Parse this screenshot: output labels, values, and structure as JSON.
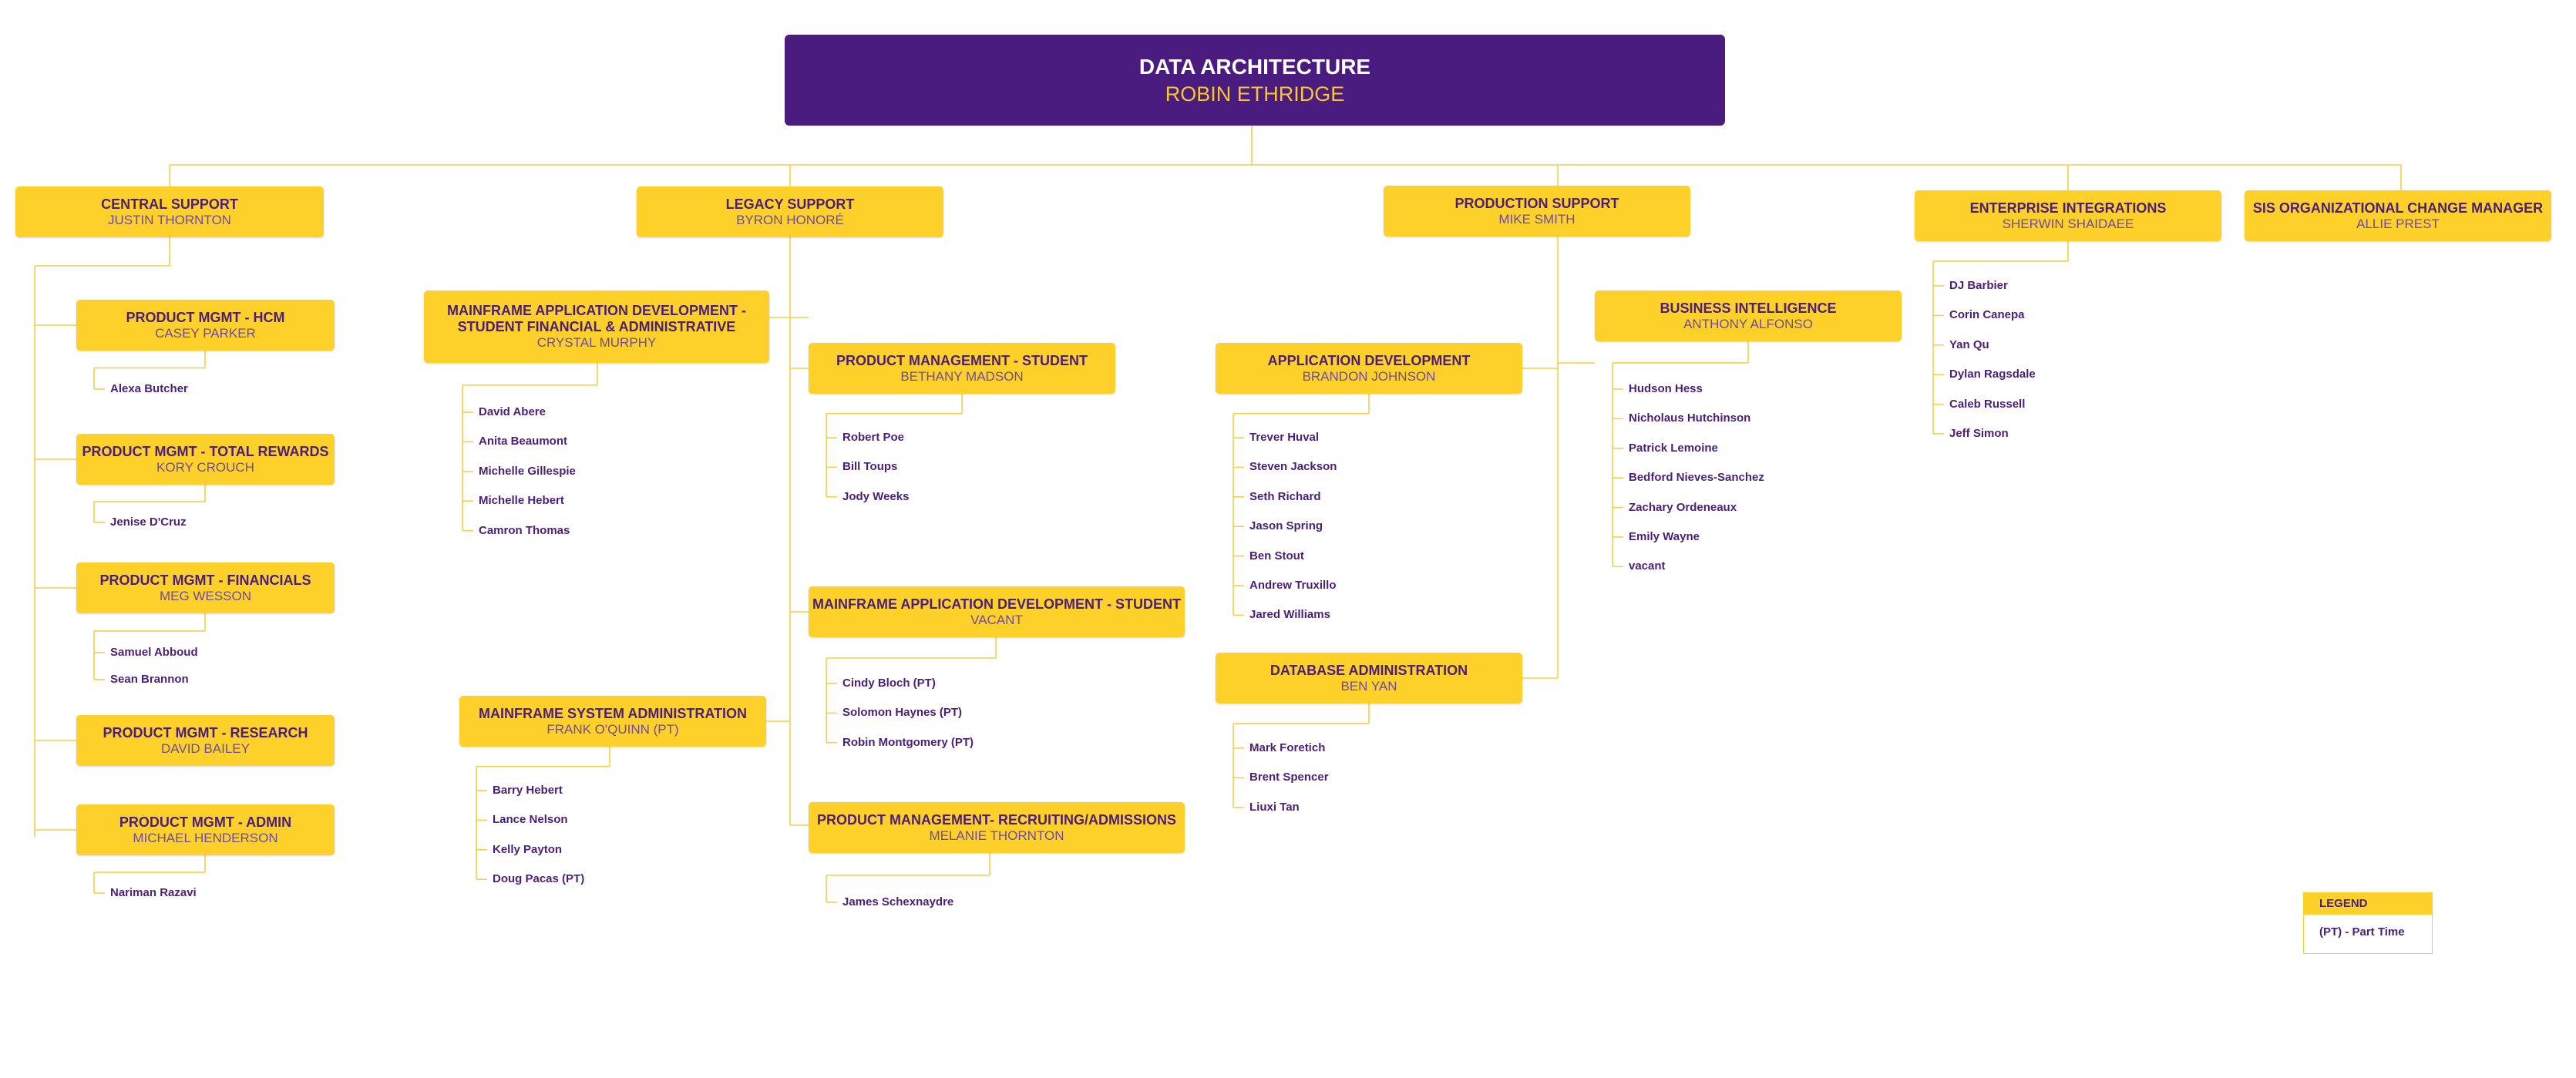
{
  "top": {
    "title": "DATA ARCHITECTURE",
    "name": "ROBIN ETHRIDGE"
  },
  "boxes": [
    {
      "title": "CENTRAL SUPPORT",
      "name": "JUSTIN THORNTON"
    },
    {
      "title": "LEGACY SUPPORT",
      "name": "BYRON HONORÉ"
    },
    {
      "title": "PRODUCTION SUPPORT",
      "name": "MIKE SMITH"
    },
    {
      "title": "ENTERPRISE INTEGRATIONS",
      "name": "SHERWIN SHAIDAEE"
    },
    {
      "title": "SIS ORGANIZATIONAL CHANGE MANAGER",
      "name": "ALLIE PREST"
    },
    {
      "title": "PRODUCT MGMT - HCM",
      "name": "CASEY PARKER"
    },
    {
      "title": "PRODUCT MGMT - TOTAL REWARDS",
      "name": "KORY CROUCH"
    },
    {
      "title": "PRODUCT MGMT - FINANCIALS",
      "name": "MEG WESSON"
    },
    {
      "title": "PRODUCT MGMT - RESEARCH",
      "name": "DAVID BAILEY"
    },
    {
      "title": "PRODUCT MGMT - ADMIN",
      "name": "MICHAEL HENDERSON"
    },
    {
      "title": "MAINFRAME APPLICATION  DEVELOPMENT -\nSTUDENT FINANCIAL & ADMINISTRATIVE",
      "name": "CRYSTAL MURPHY"
    },
    {
      "title": "MAINFRAME SYSTEM ADMINISTRATION",
      "name": "FRANK O'QUINN (PT)"
    },
    {
      "title": "PRODUCT MANAGEMENT - STUDENT",
      "name": "BETHANY MADSON"
    },
    {
      "title": "MAINFRAME APPLICATION DEVELOPMENT - STUDENT",
      "name": "VACANT"
    },
    {
      "title": "PRODUCT MANAGEMENT- RECRUITING/ADMISSIONS",
      "name": "MELANIE THORNTON"
    },
    {
      "title": "APPLICATION DEVELOPMENT",
      "name": "BRANDON JOHNSON"
    },
    {
      "title": "DATABASE ADMINISTRATION",
      "name": "BEN YAN"
    },
    {
      "title": "BUSINESS INTELLIGENCE",
      "name": "ANTHONY ALFONSO"
    }
  ],
  "teams": [
    {
      "members": [
        "Alexa Butcher"
      ]
    },
    {
      "members": [
        "Jenise D'Cruz"
      ]
    },
    {
      "members": [
        "Samuel Abboud",
        "Sean Brannon"
      ]
    },
    {
      "members": [
        "Nariman Razavi"
      ]
    },
    {
      "members": [
        "David Abere",
        "Anita Beaumont",
        "Michelle Gillespie",
        "Michelle Hebert",
        "Camron Thomas"
      ]
    },
    {
      "members": [
        "Barry Hebert",
        "Lance Nelson",
        "Kelly Payton",
        "Doug Pacas (PT)"
      ]
    },
    {
      "members": [
        "Robert Poe",
        "Bill Toups",
        "Jody Weeks"
      ]
    },
    {
      "members": [
        "Cindy Bloch (PT)",
        "Solomon Haynes (PT)",
        "Robin Montgomery (PT)"
      ]
    },
    {
      "members": [
        "James Schexnaydre"
      ]
    },
    {
      "members": [
        "Trever Huval",
        "Steven Jackson",
        "Seth Richard",
        "Jason Spring",
        "Ben Stout",
        "Andrew Truxillo",
        "Jared Williams"
      ]
    },
    {
      "members": [
        "Mark Foretich",
        "Brent Spencer",
        "Liuxi Tan"
      ]
    },
    {
      "members": [
        "Hudson Hess",
        "Nicholaus Hutchinson",
        "Patrick Lemoine",
        "Bedford Nieves-Sanchez",
        "Zachary Ordeneaux",
        "Emily Wayne",
        "vacant"
      ]
    },
    {
      "members": [
        "DJ Barbier",
        "Corin Canepa",
        "Yan Qu",
        "Dylan Ragsdale",
        "Caleb Russell",
        "Jeff Simon"
      ]
    }
  ],
  "legend": {
    "title": "LEGEND",
    "item": "(PT) - Part Time"
  },
  "colors": {
    "primary": "#4b1c7f",
    "accent": "#fdd02a",
    "line": "#f6cf4a"
  }
}
